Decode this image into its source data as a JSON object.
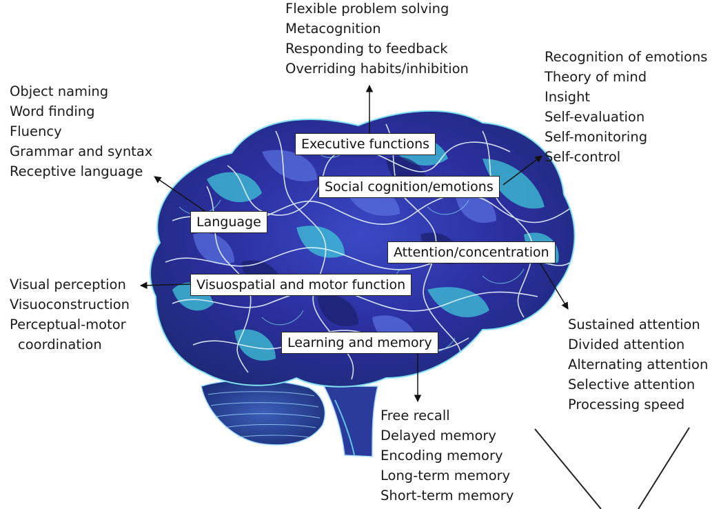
{
  "executive": {
    "label": "Executive functions",
    "items": [
      "Flexible problem solving",
      "Metacognition",
      "Responding to feedback",
      "Overriding habits/inhibition"
    ]
  },
  "social": {
    "label": "Social cognition/emotions",
    "items": [
      "Recognition of emotions",
      "Theory of mind",
      "Insight",
      "Self-evaluation",
      "Self-monitoring",
      "Self-control"
    ]
  },
  "language": {
    "label": "Language",
    "items": [
      "Object naming",
      "Word finding",
      "Fluency",
      "Grammar and syntax",
      "Receptive language"
    ]
  },
  "attention": {
    "label": "Attention/concentration",
    "items": [
      "Sustained attention",
      "Divided attention",
      "Alternating attention",
      "Selective attention",
      "Processing speed"
    ]
  },
  "visuospatial": {
    "label": "Visuospatial and motor function",
    "items": [
      "Visual perception",
      "Visuoconstruction",
      "Perceptual-motor",
      "coordination"
    ]
  },
  "memory": {
    "label": "Learning and memory",
    "items": [
      "Free recall",
      "Delayed memory",
      "Encoding memory",
      "Long-term memory",
      "Short-term memory"
    ]
  },
  "colors": {
    "brain_dark": "#23207a",
    "brain_mid": "#3a49c4",
    "brain_light": "#3fc6d8",
    "vein": "#e8f6ff",
    "arrow": "#111111"
  }
}
